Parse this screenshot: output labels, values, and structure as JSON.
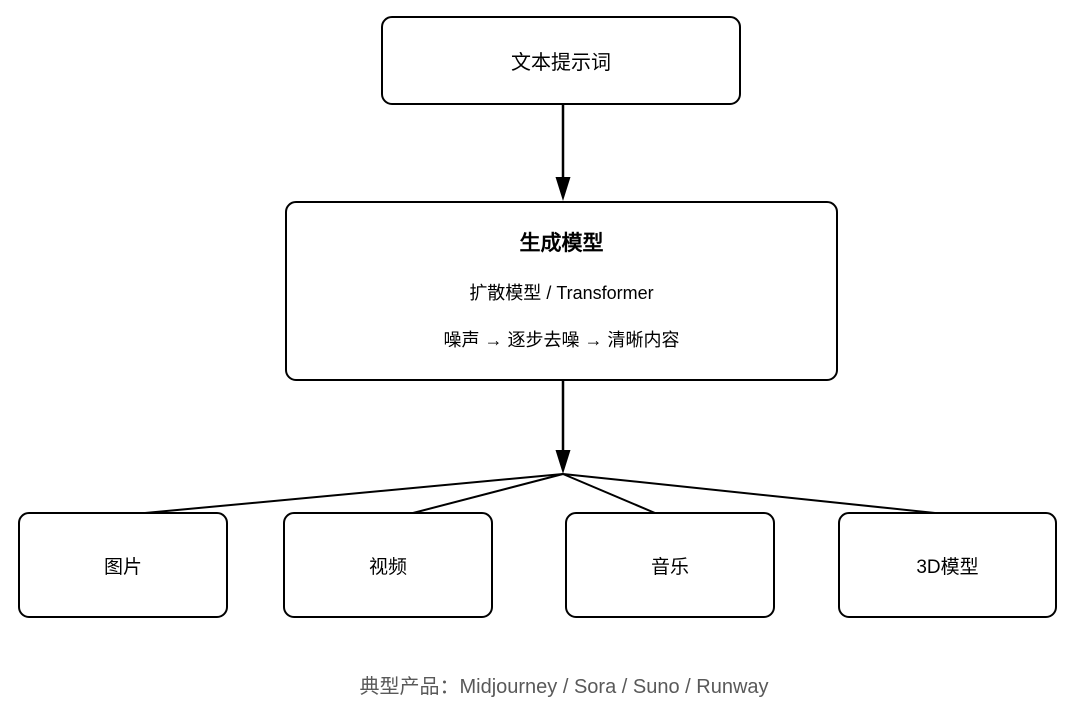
{
  "diagram": {
    "top_node": {
      "label": "文本提示词"
    },
    "model_node": {
      "title": "生成模型",
      "subtitle": "扩散模型 / Transformer",
      "process": "噪声 → 逐步去噪 → 清晰内容"
    },
    "output_nodes": [
      {
        "label": "图片"
      },
      {
        "label": "视频"
      },
      {
        "label": "音乐"
      },
      {
        "label": "3D模型"
      }
    ],
    "caption": "典型产品：Midjourney / Sora / Suno / Runway",
    "colors": {
      "background": "#ffffff",
      "node_border": "#000000",
      "node_text": "#000000",
      "connector": "#000000",
      "caption_text": "#595959"
    }
  }
}
